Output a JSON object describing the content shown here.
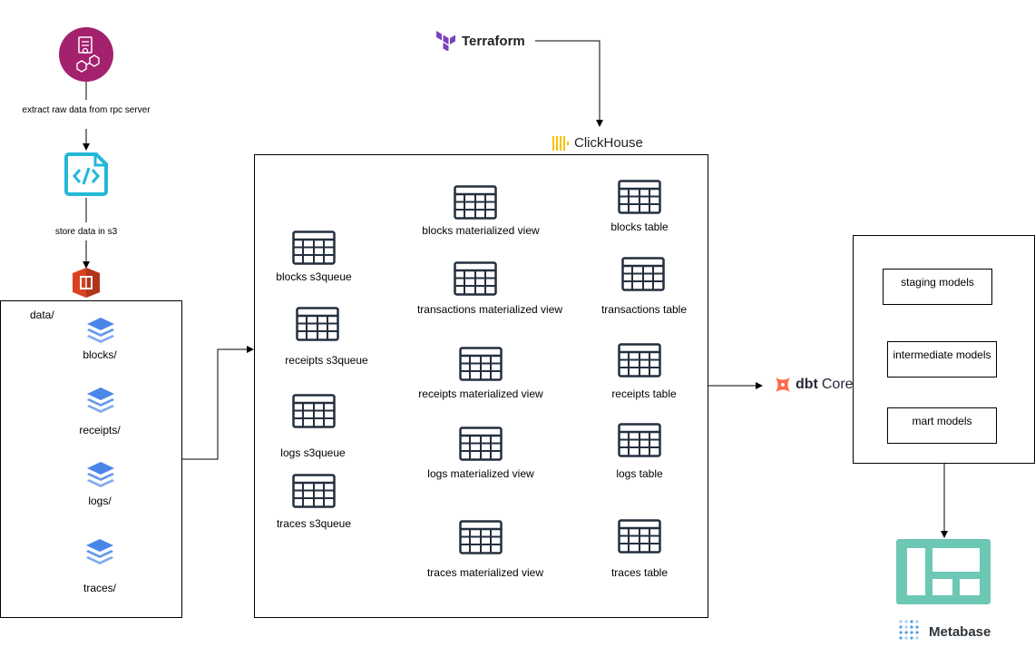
{
  "pipeline": {
    "extract_label": "extract raw data from rpc server",
    "store_label": "store data in s3"
  },
  "s3_bucket": {
    "root_label": "data/",
    "folders": [
      {
        "label": "blocks/"
      },
      {
        "label": "receipts/"
      },
      {
        "label": "logs/"
      },
      {
        "label": "traces/"
      }
    ]
  },
  "terraform": {
    "name": "Terraform"
  },
  "clickhouse": {
    "name": "ClickHouse",
    "s3queues": [
      {
        "label": "blocks s3queue"
      },
      {
        "label": "receipts s3queue"
      },
      {
        "label": "logs s3queue"
      },
      {
        "label": "traces s3queue"
      }
    ],
    "materialized_views": [
      {
        "label": "blocks materialized view"
      },
      {
        "label": "transactions materialized view"
      },
      {
        "label": "receipts materialized view"
      },
      {
        "label": "logs materialized view"
      },
      {
        "label": "traces materialized view"
      }
    ],
    "tables": [
      {
        "label": "blocks table"
      },
      {
        "label": "transactions table"
      },
      {
        "label": "receipts table"
      },
      {
        "label": "logs table"
      },
      {
        "label": "traces table"
      }
    ]
  },
  "dbt": {
    "name_bold": "dbt",
    "name_light": "Core",
    "models": [
      {
        "label": "staging models"
      },
      {
        "label": "intermediate models"
      },
      {
        "label": "mart models"
      }
    ]
  },
  "metabase": {
    "name": "Metabase"
  },
  "colors": {
    "extract_icon": "#a4216e",
    "code_icon": "#22b8d6",
    "s3_icon": "#d9421f",
    "layers_icon": "#4a86e8",
    "terraform": "#7b42bc",
    "clickhouse": "#f5c400",
    "dbt": "#ff694a",
    "metabase_dash": "#6cc8b4",
    "metabase_logo": "#509ee3"
  }
}
